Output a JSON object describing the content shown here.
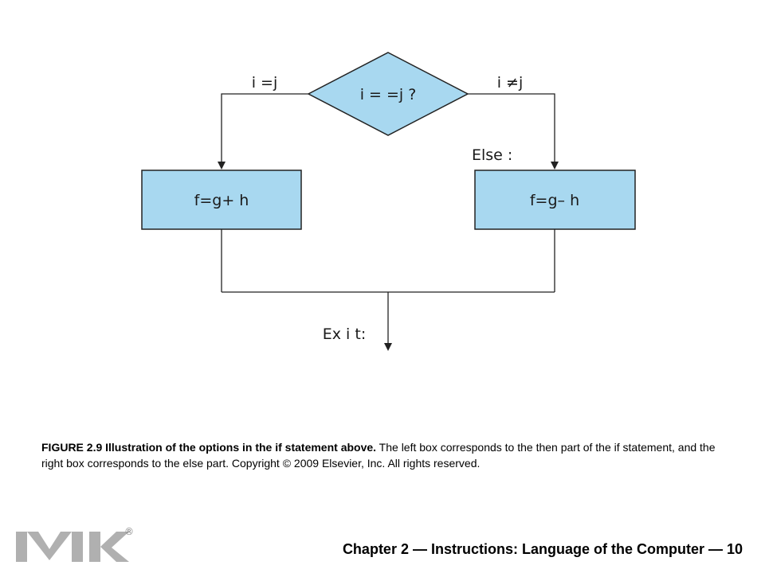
{
  "diagram": {
    "decision": {
      "text": "i = =j ?"
    },
    "branch_equal": {
      "label": "i =j"
    },
    "branch_not_equal": {
      "label": "i ≠j"
    },
    "else_label": "Else :",
    "then_box": {
      "text": "f=g+ h"
    },
    "else_box": {
      "text": "f=g– h"
    },
    "exit_label": "Ex i t:"
  },
  "caption": {
    "bold": "FIGURE 2.9 Illustration of the options in the if statement above.",
    "rest": " The left box corresponds to the then part of the if statement, and the right box corresponds to the else part. Copyright © 2009 Elsevier, Inc. All rights reserved."
  },
  "footer": {
    "title": "Chapter 2 — Instructions: Language of the Computer — 10"
  },
  "logo": {
    "registered_mark": "®",
    "color": "#b0b0b0"
  },
  "colors": {
    "box_fill": "#a8d8f0",
    "stroke": "#222222"
  }
}
